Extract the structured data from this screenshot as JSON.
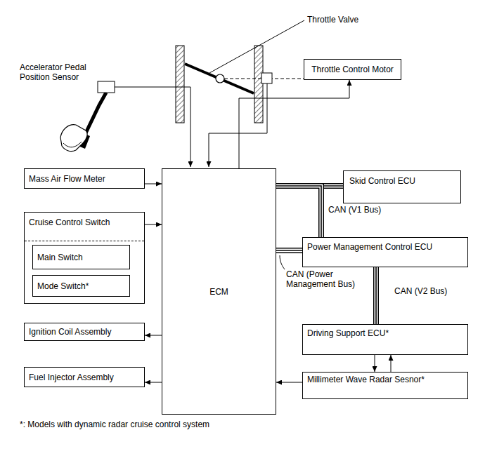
{
  "diagram": {
    "nodes": [
      {
        "text": [
          "Throttle Control Motor"
        ]
      },
      {
        "text": [
          "Mass Air Flow Meter"
        ]
      },
      {
        "text": [
          "Cruise Control Switch"
        ]
      },
      {
        "text": [
          "Main Switch"
        ],
        "in": 2
      },
      {
        "text": [
          "Mode Switch*"
        ],
        "in": 2
      },
      {
        "text": [
          "ECM"
        ]
      },
      {
        "text": [
          "Skid Control ECU"
        ]
      },
      {
        "text": [
          "Power Management Control ECU"
        ]
      },
      {
        "text": [
          "Driving Support ECU*"
        ]
      },
      {
        "text": [
          "Millimeter Wave Radar Sesnor*"
        ]
      },
      {
        "text": [
          "Ignition Coil Assembly"
        ]
      },
      {
        "text": [
          "Fuel Injector Assembly"
        ]
      }
    ],
    "edges": [
      {
        "from": 5,
        "to": 0,
        "arrow": "to"
      },
      {
        "from": 1,
        "to": 5,
        "arrow": "to"
      },
      {
        "from": 2,
        "to": 5,
        "arrow": "to"
      },
      {
        "from": 5,
        "to": 10,
        "arrow": "to"
      },
      {
        "from": 5,
        "to": 11,
        "arrow": "to"
      },
      {
        "from": 5,
        "to": 6,
        "arrow": "none"
      },
      {
        "from": 5,
        "to": 7,
        "label": "CAN (V1 Bus)",
        "arrow": "none"
      },
      {
        "from": 5,
        "to": 7,
        "label": "CAN (Power Management Bus)",
        "arrow": "none"
      },
      {
        "from": 7,
        "to": 8,
        "label": "CAN (V2 Bus)",
        "arrow": "none"
      },
      {
        "from": 8,
        "to": 9,
        "arrow": "to"
      },
      {
        "from": 9,
        "to": 8,
        "arrow": "to"
      },
      {
        "from": 9,
        "to": 5,
        "arrow": "to"
      }
    ],
    "labels": [
      "Throttle Valve",
      "Accelerator Pedal Position Sensor",
      "*: Models with dynamic radar cruise control system"
    ]
  }
}
